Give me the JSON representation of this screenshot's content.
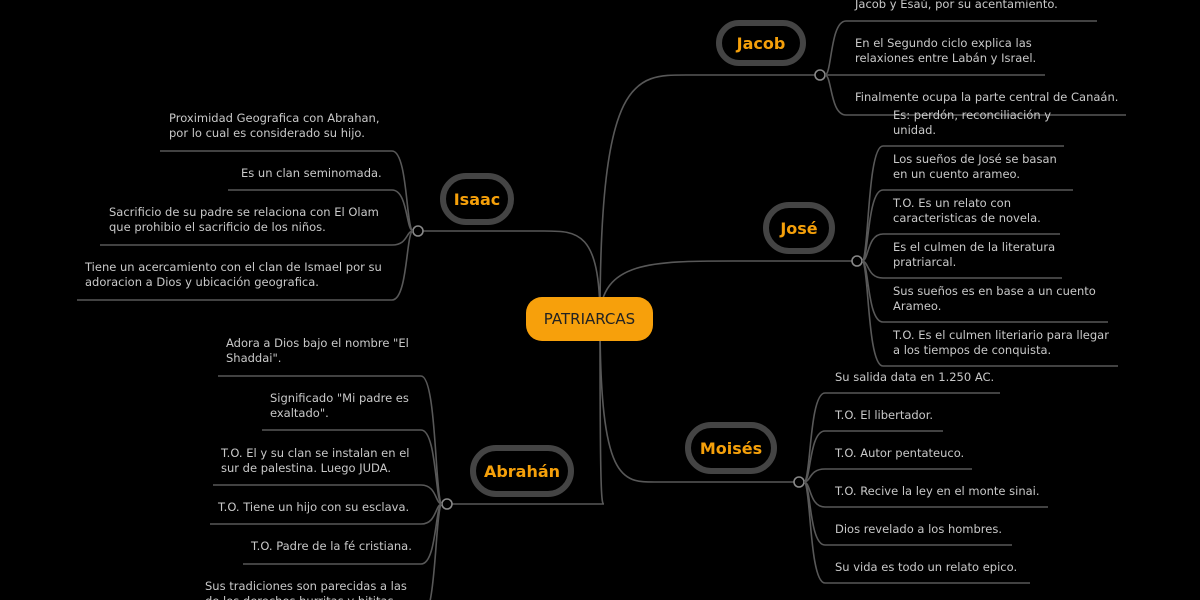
{
  "central": "PATRIARCAS",
  "colors": {
    "accent": "#f7a00b",
    "line": "#585858",
    "text": "#c9c9c9"
  },
  "topics": [
    {
      "id": "jacob",
      "label": "Jacob",
      "items": [
        "Jacob y Esaú, por su acentamiento.",
        "En el Segundo ciclo explica las\nrelaxiones entre Labán y Israel.",
        "Finalmente ocupa la parte central de Canaán."
      ]
    },
    {
      "id": "jose",
      "label": "José",
      "items": [
        "Es: perdón, reconciliación y\nunidad.",
        "Los sueños de José se basan\nen un cuento arameo.",
        "T.O. Es un relato con\ncaracteristicas de novela.",
        "Es el culmen de la literatura\npratriarcal.",
        "Sus sueños es en base a un cuento\nArameo.",
        "T.O. Es el culmen literiario para llegar\na los tiempos de conquista."
      ]
    },
    {
      "id": "moises",
      "label": "Moisés",
      "items": [
        "Su salida data en 1.250 AC.",
        "T.O. El libertador.",
        "T.O. Autor pentateuco.",
        "T.O. Recive la ley en el monte sinai.",
        "Dios revelado a los hombres.",
        "Su vida es todo un relato epico."
      ]
    },
    {
      "id": "isaac",
      "label": "Isaac",
      "items": [
        "Proximidad Geografica con Abrahan,\npor lo cual es considerado su hijo.",
        "Es un clan seminomada.",
        "Sacrificio de su padre se relaciona con El Olam\nque prohibio el sacrificio de los niños.",
        "Tiene un acercamiento con el clan de Ismael por su\nadoracion a Dios y ubicación geografica."
      ]
    },
    {
      "id": "abrahan",
      "label": "Abrahán",
      "items": [
        "Adora a Dios bajo el nombre \"El\nShaddai\".",
        "Significado \"Mi padre es\nexaltado\".",
        "T.O. El y su clan se instalan en el\nsur de palestina. Luego JUDA.",
        "T.O. Tiene un hijo con su esclava.",
        "T.O. Padre de la fé cristiana.",
        "Sus tradiciones son parecidas a las\nde los derechos hurritas y hititas."
      ]
    }
  ]
}
